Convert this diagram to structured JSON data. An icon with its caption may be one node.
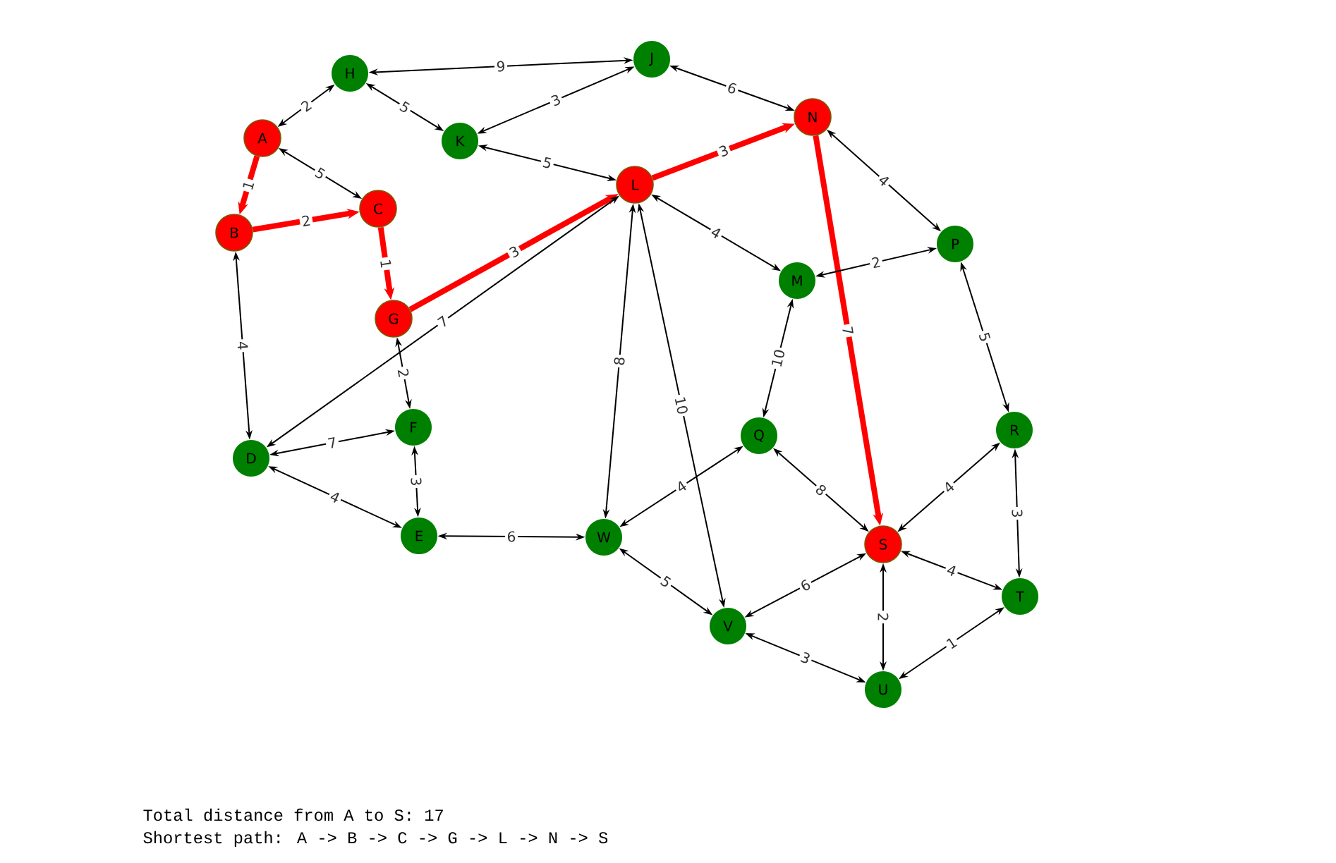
{
  "diagram": {
    "nodes": [
      {
        "text": [
          "A"
        ]
      },
      {
        "text": [
          "B"
        ]
      },
      {
        "text": [
          "C"
        ]
      },
      {
        "text": [
          "D"
        ]
      },
      {
        "text": [
          "E"
        ]
      },
      {
        "text": [
          "F"
        ]
      },
      {
        "text": [
          "G"
        ]
      },
      {
        "text": [
          "H"
        ]
      },
      {
        "text": [
          "J"
        ]
      },
      {
        "text": [
          "K"
        ]
      },
      {
        "text": [
          "L"
        ]
      },
      {
        "text": [
          "M"
        ]
      },
      {
        "text": [
          "N"
        ]
      },
      {
        "text": [
          "P"
        ]
      },
      {
        "text": [
          "Q"
        ]
      },
      {
        "text": [
          "R"
        ]
      },
      {
        "text": [
          "S"
        ]
      },
      {
        "text": [
          "T"
        ]
      },
      {
        "text": [
          "U"
        ]
      },
      {
        "text": [
          "V"
        ]
      },
      {
        "text": [
          "W"
        ]
      }
    ],
    "edges": [
      {
        "from": 7,
        "to": 8,
        "arrow": "both",
        "label": "9"
      },
      {
        "from": 0,
        "to": 7,
        "arrow": "both",
        "label": "2"
      },
      {
        "from": 7,
        "to": 9,
        "arrow": "both",
        "label": "5"
      },
      {
        "from": 9,
        "to": 8,
        "arrow": "both",
        "label": "3"
      },
      {
        "from": 8,
        "to": 12,
        "arrow": "both",
        "label": "6"
      },
      {
        "from": 0,
        "to": 2,
        "arrow": "both",
        "label": "5"
      },
      {
        "from": 9,
        "to": 10,
        "arrow": "both",
        "label": "5"
      },
      {
        "from": 0,
        "to": 1,
        "arrow": "to",
        "label": "1",
        "style": "thick",
        "color": "#ff0000"
      },
      {
        "from": 1,
        "to": 2,
        "arrow": "to",
        "label": "2",
        "style": "thick",
        "color": "#ff0000"
      },
      {
        "from": 2,
        "to": 6,
        "arrow": "to",
        "label": "1",
        "style": "thick",
        "color": "#ff0000"
      },
      {
        "from": 6,
        "to": 10,
        "arrow": "to",
        "label": "3",
        "style": "thick",
        "color": "#ff0000"
      },
      {
        "from": 10,
        "to": 12,
        "arrow": "to",
        "label": "3",
        "style": "thick",
        "color": "#ff0000"
      },
      {
        "from": 12,
        "to": 16,
        "arrow": "to",
        "label": "7",
        "style": "thick",
        "color": "#ff0000"
      },
      {
        "from": 10,
        "to": 3,
        "arrow": "both",
        "label": "7"
      },
      {
        "from": 10,
        "to": 11,
        "arrow": "both",
        "label": "4"
      },
      {
        "from": 12,
        "to": 13,
        "arrow": "both",
        "label": "4"
      },
      {
        "from": 11,
        "to": 13,
        "arrow": "both",
        "label": "2"
      },
      {
        "from": 10,
        "to": 20,
        "arrow": "both",
        "label": "8"
      },
      {
        "from": 10,
        "to": 19,
        "arrow": "both",
        "label": "10"
      },
      {
        "from": 11,
        "to": 14,
        "arrow": "both",
        "label": "10"
      },
      {
        "from": 13,
        "to": 15,
        "arrow": "both",
        "label": "5"
      },
      {
        "from": 1,
        "to": 3,
        "arrow": "both",
        "label": "4"
      },
      {
        "from": 6,
        "to": 5,
        "arrow": "both",
        "label": "2"
      },
      {
        "from": 3,
        "to": 5,
        "arrow": "both",
        "label": "7"
      },
      {
        "from": 5,
        "to": 4,
        "arrow": "both",
        "label": "3"
      },
      {
        "from": 3,
        "to": 4,
        "arrow": "both",
        "label": "4"
      },
      {
        "from": 4,
        "to": 20,
        "arrow": "both",
        "label": "6"
      },
      {
        "from": 20,
        "to": 14,
        "arrow": "both",
        "label": "4"
      },
      {
        "from": 14,
        "to": 16,
        "arrow": "both",
        "label": "8"
      },
      {
        "from": 15,
        "to": 16,
        "arrow": "both",
        "label": "4"
      },
      {
        "from": 15,
        "to": 17,
        "arrow": "both",
        "label": "3"
      },
      {
        "from": 16,
        "to": 17,
        "arrow": "both",
        "label": "4"
      },
      {
        "from": 20,
        "to": 19,
        "arrow": "both",
        "label": "5"
      },
      {
        "from": 19,
        "to": 16,
        "arrow": "both",
        "label": "6"
      },
      {
        "from": 16,
        "to": 18,
        "arrow": "both",
        "label": "2"
      },
      {
        "from": 19,
        "to": 18,
        "arrow": "both",
        "label": "3"
      },
      {
        "from": 18,
        "to": 17,
        "arrow": "both",
        "label": "1"
      }
    ],
    "labels": [
      "Total distance from A to S: 17",
      "Shortest path: A -> B -> C -> G -> L -> N -> S"
    ]
  }
}
